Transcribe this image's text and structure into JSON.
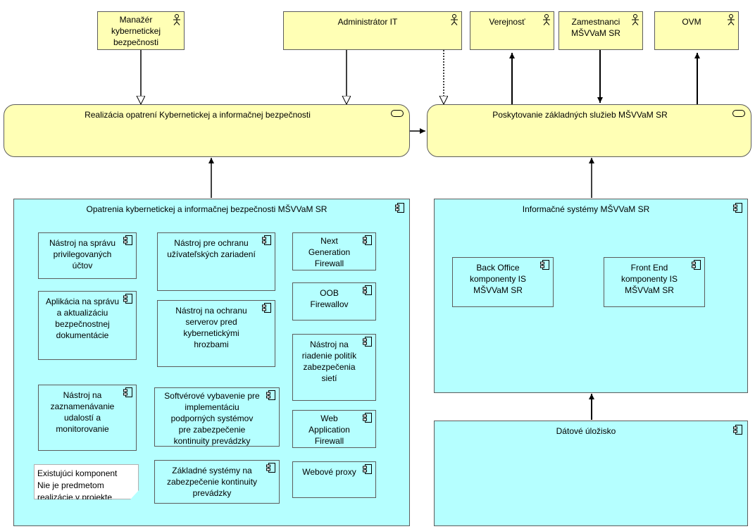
{
  "actors": [
    {
      "id": "a1",
      "label": "Manažér\nkybernetickej\nbezpečnosti"
    },
    {
      "id": "a2",
      "label": "Administrátor IT"
    },
    {
      "id": "a3",
      "label": "Verejnosť"
    },
    {
      "id": "a4",
      "label": "Zamestnanci\nMŠVVaM SR"
    },
    {
      "id": "a5",
      "label": "OVM"
    }
  ],
  "services": [
    {
      "id": "s1",
      "label": "Realizácia opatrení Kybernetickej a informačnej bezpečnosti"
    },
    {
      "id": "s2",
      "label": "Poskytovanie základných služieb MŠVVaM SR"
    }
  ],
  "groups": [
    {
      "id": "g1",
      "label": "Opatrenia kybernetickej a informačnej bezpečnosti MŠVVaM SR"
    },
    {
      "id": "g2",
      "label": "Informačné systémy MŠVVaM SR"
    },
    {
      "id": "g3",
      "label": "Dátové úložisko"
    }
  ],
  "components": [
    {
      "id": "c1",
      "label": "Nástroj na správu\nprivilegovaných\núčtov"
    },
    {
      "id": "c2",
      "label": "Nástroj pre ochranu\nužívateľských zariadení"
    },
    {
      "id": "c3",
      "label": "Next\nGeneration\nFirewall"
    },
    {
      "id": "c4",
      "label": "Aplikácia na správu\na aktualizáciu\nbezpečnostnej\ndokumentácie"
    },
    {
      "id": "c5",
      "label": "OOB\nFirewallov"
    },
    {
      "id": "c6",
      "label": "Nástroj na ochranu\nserverov pred\nkybernetickými\nhrozbami"
    },
    {
      "id": "c7",
      "label": "Nástroj na\nriadenie politík\nzabezpečenia\nsietí"
    },
    {
      "id": "c8",
      "label": "Nástroj na\nzaznamenávanie\nudalostí a\nmonitorovanie"
    },
    {
      "id": "c9",
      "label": "Softvérové vybavenie pre\nimplementáciu\npodporných systémov\npre zabezpečenie\nkontinuity prevádzky"
    },
    {
      "id": "c10",
      "label": "Web\nApplication\nFirewall"
    },
    {
      "id": "c11",
      "label": "Základné systémy na\nzabezpečenie kontinuity\nprevádzky"
    },
    {
      "id": "c12",
      "label": "Webové proxy"
    },
    {
      "id": "c13",
      "label": "Back Office\nkomponenty IS\nMŠVVaM SR"
    },
    {
      "id": "c14",
      "label": "Front End\nkomponenty IS\nMŠVVaM SR"
    }
  ],
  "note": {
    "text": "Existujúci komponent\nNie je predmetom\nrealizácie v projekte"
  },
  "colors": {
    "business": "#ffffb5",
    "application": "#b5ffff",
    "line": "#000000",
    "border": "#5c5c5c"
  },
  "icons": {
    "actor": "actor-icon",
    "service": "service-icon",
    "component": "component-icon"
  }
}
